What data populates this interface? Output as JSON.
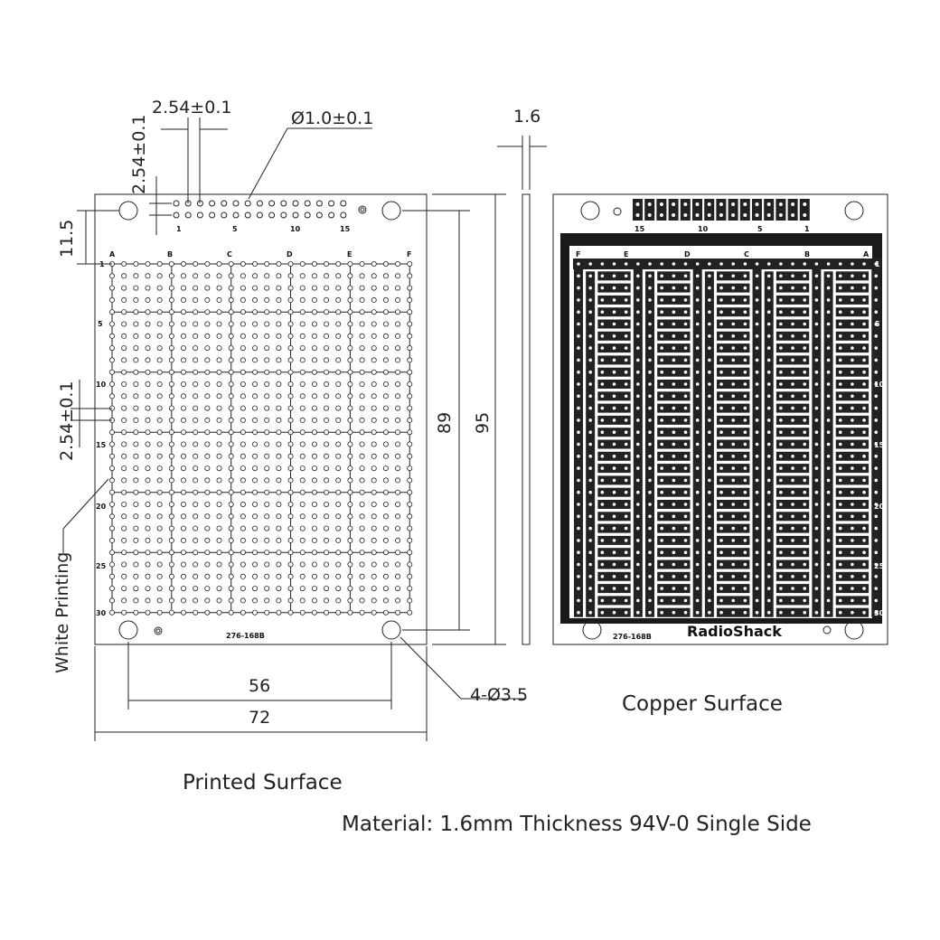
{
  "dimensions": {
    "pitch_h": "2.54±0.1",
    "pitch_v": "2.54±0.1",
    "hole_dia": "Ø1.0±0.1",
    "thickness": "1.6",
    "top_offset": "11.5",
    "row_pitch": "2.54±0.1",
    "inner_height": "89",
    "outer_height": "95",
    "hole_spacing": "56",
    "board_width": "72",
    "mount_holes": "4-Ø3.5"
  },
  "printed_board": {
    "column_letters": [
      "A",
      "B",
      "C",
      "D",
      "E",
      "F"
    ],
    "row_numbers": [
      "1",
      "5",
      "10",
      "15",
      "20",
      "25",
      "30"
    ],
    "header_numbers": [
      "1",
      "5",
      "10",
      "15"
    ],
    "part_number": "276-168B",
    "callout": "White Printing",
    "caption": "Printed Surface"
  },
  "copper_board": {
    "column_letters": [
      "F",
      "E",
      "D",
      "C",
      "B",
      "A"
    ],
    "row_numbers": [
      "1",
      "5",
      "10",
      "15",
      "20",
      "25",
      "30"
    ],
    "header_numbers": [
      "15",
      "10",
      "5",
      "1"
    ],
    "part_number": "276-168B",
    "brand": "RadioShack",
    "caption": "Copper Surface"
  },
  "material_note": "Material: 1.6mm Thickness 94V-0 Single Side"
}
